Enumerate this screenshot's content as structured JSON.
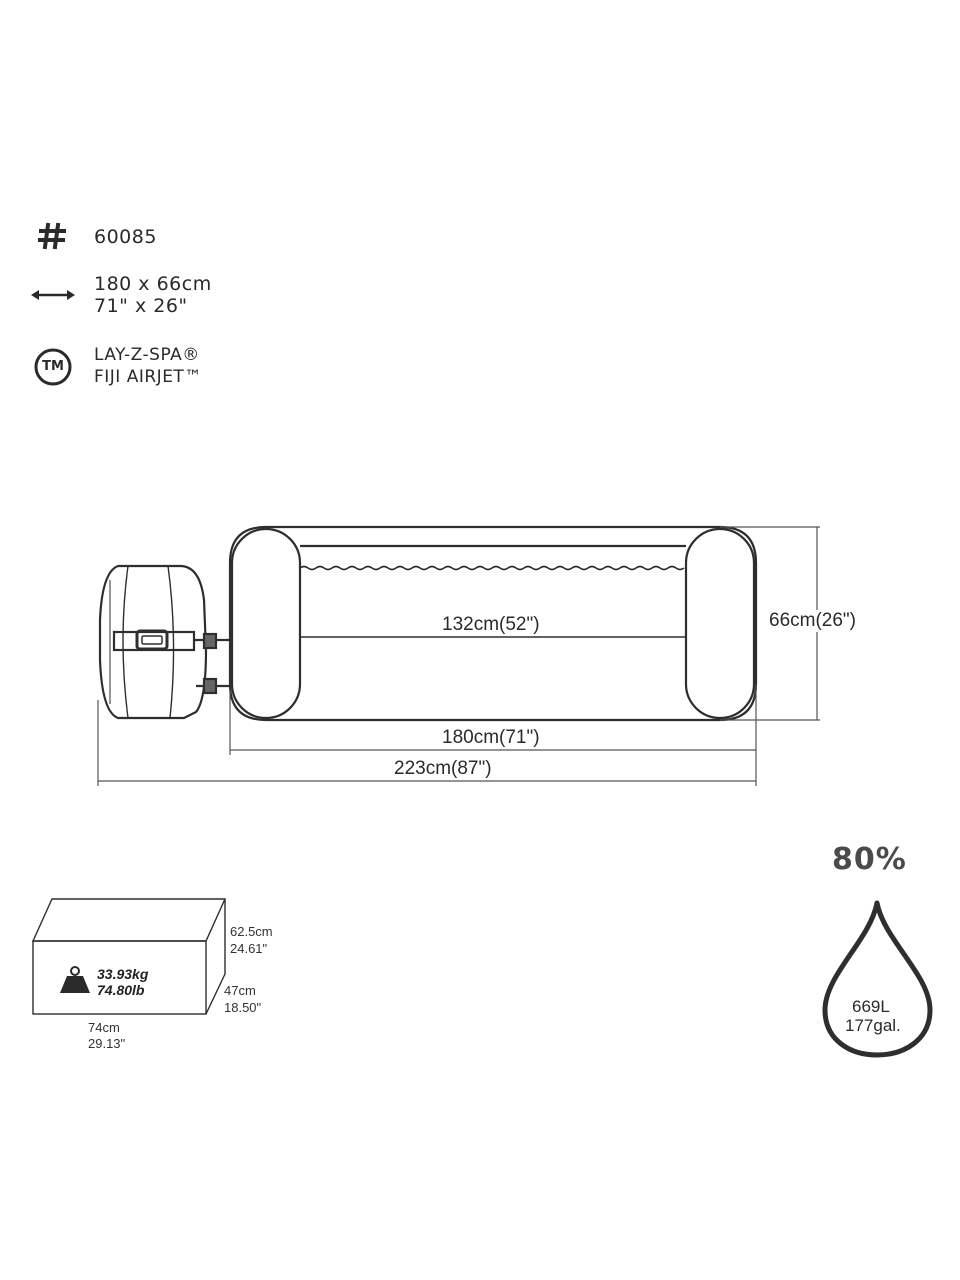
{
  "specs": {
    "model_symbol": "#",
    "model_number": "60085",
    "size_cm": "180 x 66cm",
    "size_in": "71\" x 26\"",
    "tm_symbol": "TM",
    "product_line": "LAY-Z-SPA®",
    "product_name": "FIJI AIRJET™"
  },
  "diagram": {
    "inner_length": "132cm(52\")",
    "spa_length": "180cm(71\")",
    "total_length": "223cm(87\")",
    "width": "66cm(26\")"
  },
  "package": {
    "height_cm": "62.5cm",
    "height_in": "24.61\"",
    "depth_cm": "47cm",
    "depth_in": "18.50\"",
    "length_cm": "74cm",
    "length_in": "29.13\"",
    "weight_kg": "33.93kg",
    "weight_lb": "74.80lb"
  },
  "water": {
    "fill_percent": "80%",
    "volume_l": "669L",
    "volume_gal": "177gal."
  },
  "icons": {
    "hash": "hash-icon",
    "dimension": "double-arrow-icon",
    "trademark": "trademark-icon",
    "weight": "weight-icon",
    "water": "water-drop-icon"
  }
}
